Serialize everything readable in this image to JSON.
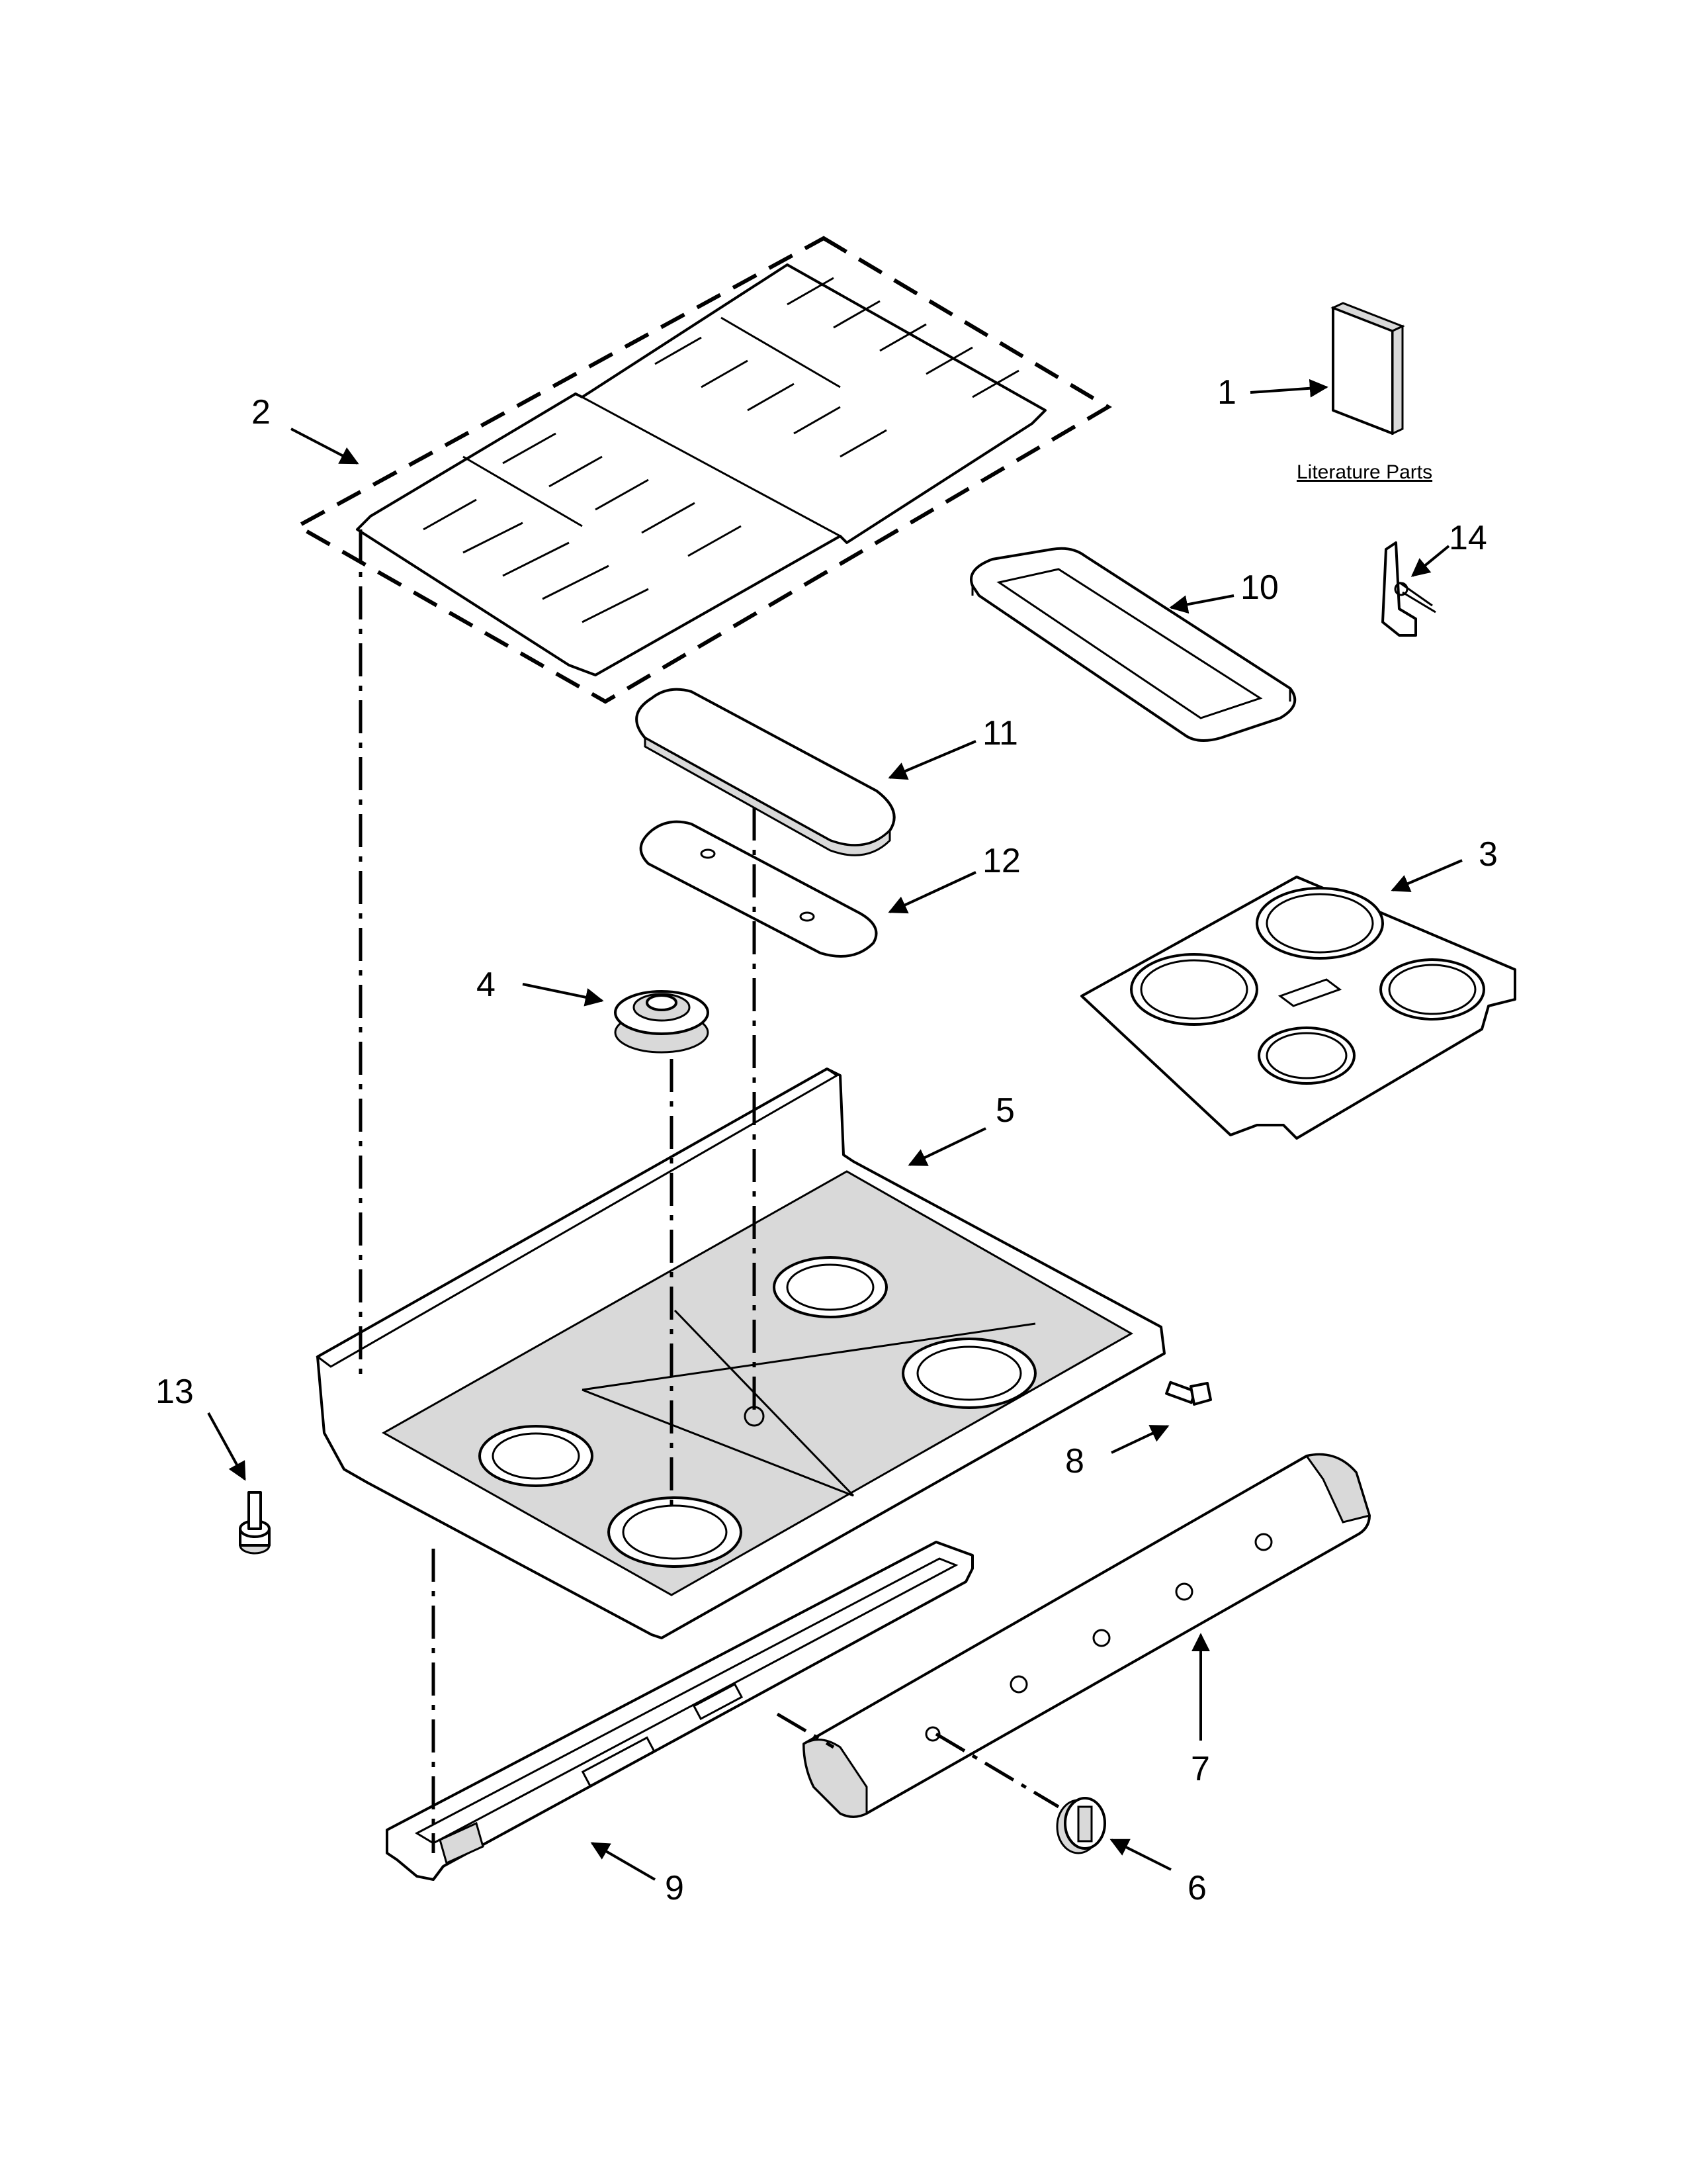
{
  "callouts": {
    "c1": "1",
    "c2": "2",
    "c3": "3",
    "c4": "4",
    "c5": "5",
    "c6": "6",
    "c7": "7",
    "c8": "8",
    "c9": "9",
    "c10": "10",
    "c11": "11",
    "c12": "12",
    "c13": "13",
    "c14": "14"
  },
  "literature_label": "Literature Parts"
}
